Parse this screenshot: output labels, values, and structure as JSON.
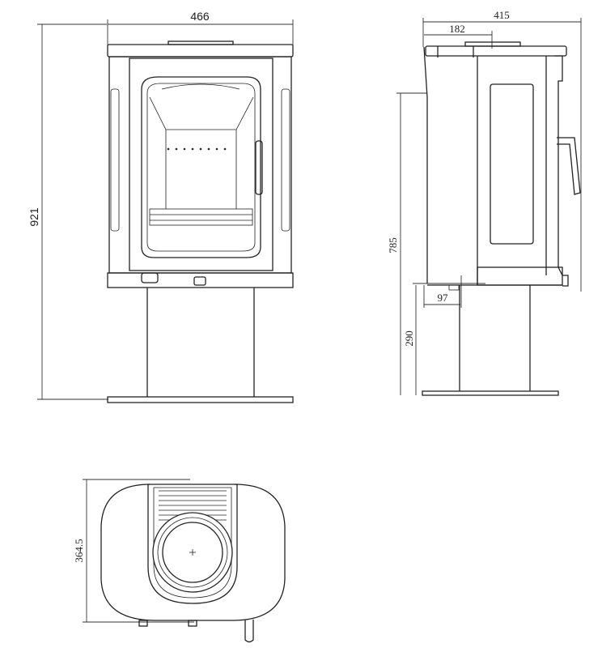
{
  "front_view": {
    "width_label": "466",
    "height_label": "921"
  },
  "side_view": {
    "depth_label": "415",
    "flue_offset_label": "182",
    "flue_height_label": "785",
    "column_offset_label": "97",
    "column_height_label": "290"
  },
  "top_view": {
    "depth_label": "364.5"
  }
}
